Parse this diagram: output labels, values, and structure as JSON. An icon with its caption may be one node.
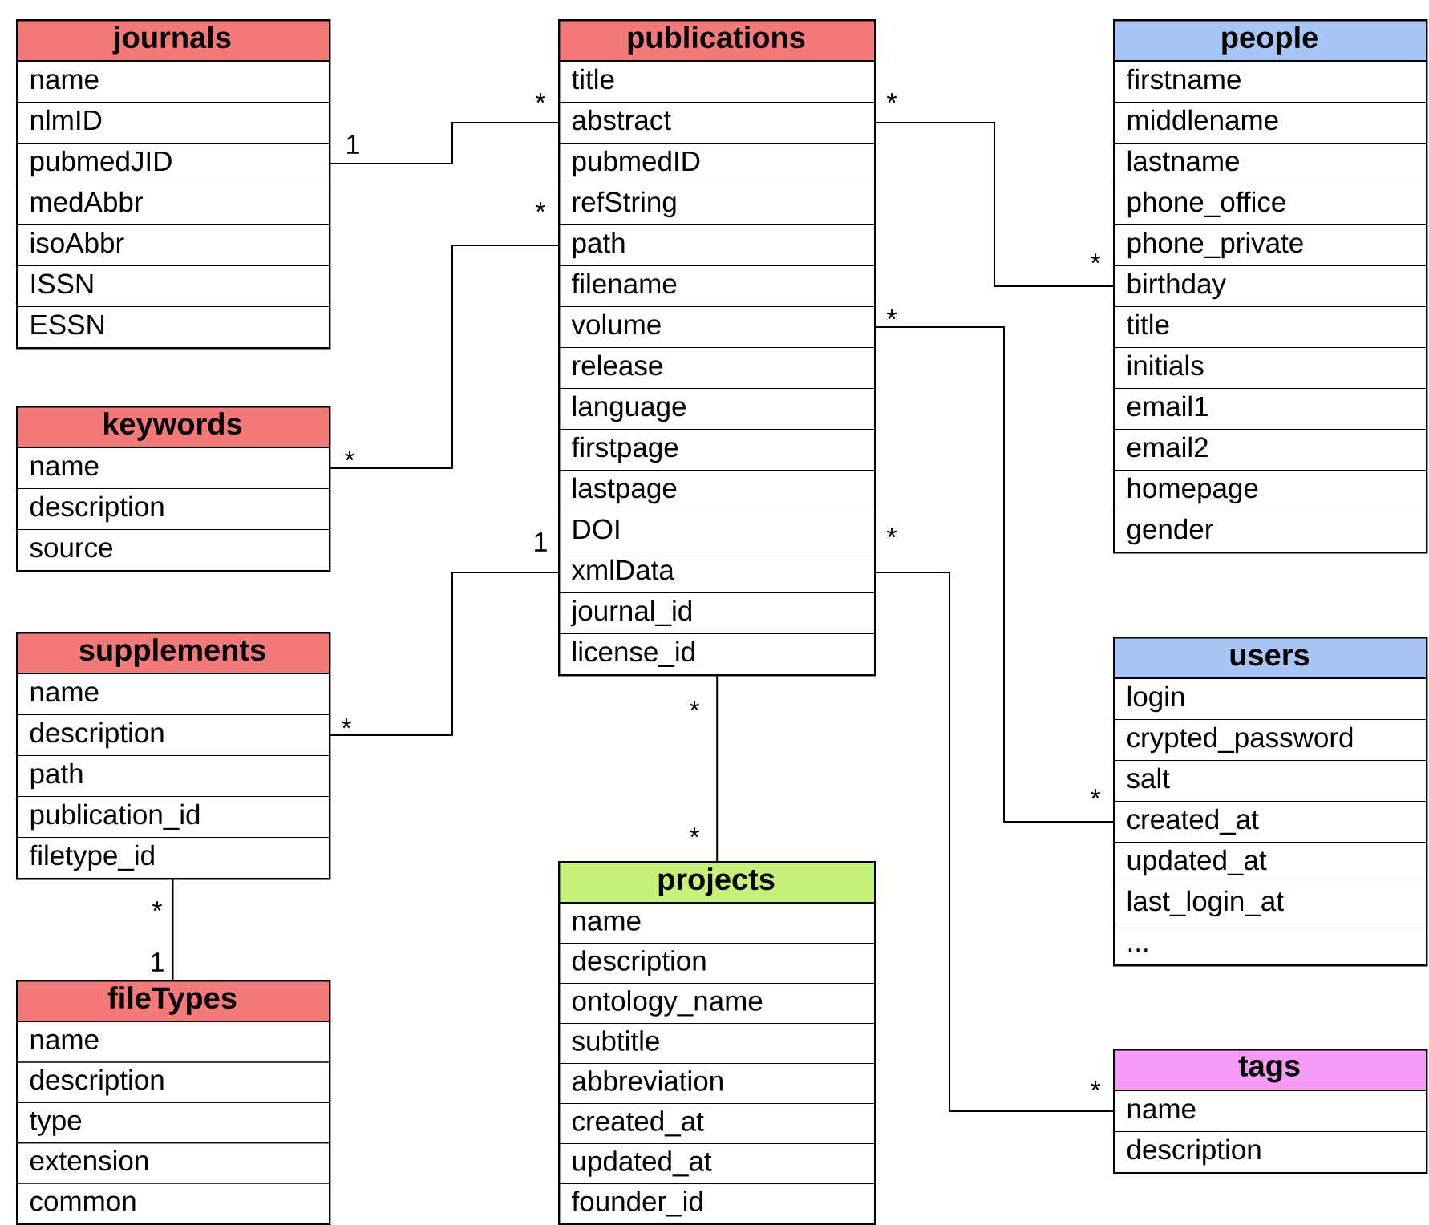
{
  "diagram": {
    "nodes": [
      {
        "text": [
          "journals"
        ]
      },
      {
        "text": [
          "name"
        ],
        "in": 0
      },
      {
        "text": [
          "nlmID"
        ],
        "in": 0
      },
      {
        "text": [
          "pubmedJID"
        ],
        "in": 0
      },
      {
        "text": [
          "medAbbr"
        ],
        "in": 0
      },
      {
        "text": [
          "isoAbbr"
        ],
        "in": 0
      },
      {
        "text": [
          "ISSN"
        ],
        "in": 0
      },
      {
        "text": [
          "ESSN"
        ],
        "in": 0
      },
      {
        "text": [
          "publications"
        ]
      },
      {
        "text": [
          "title"
        ],
        "in": 8
      },
      {
        "text": [
          "abstract"
        ],
        "in": 8
      },
      {
        "text": [
          "pubmedID"
        ],
        "in": 8
      },
      {
        "text": [
          "refString"
        ],
        "in": 8
      },
      {
        "text": [
          "path"
        ],
        "in": 8
      },
      {
        "text": [
          "filename"
        ],
        "in": 8
      },
      {
        "text": [
          "volume"
        ],
        "in": 8
      },
      {
        "text": [
          "release"
        ],
        "in": 8
      },
      {
        "text": [
          "language"
        ],
        "in": 8
      },
      {
        "text": [
          "firstpage"
        ],
        "in": 8
      },
      {
        "text": [
          "lastpage"
        ],
        "in": 8
      },
      {
        "text": [
          "DOI"
        ],
        "in": 8
      },
      {
        "text": [
          "xmlData"
        ],
        "in": 8
      },
      {
        "text": [
          "journal_id"
        ],
        "in": 8
      },
      {
        "text": [
          "license_id"
        ],
        "in": 8
      },
      {
        "text": [
          "people"
        ]
      },
      {
        "text": [
          "firstname"
        ],
        "in": 24
      },
      {
        "text": [
          "middlename"
        ],
        "in": 24
      },
      {
        "text": [
          "lastname"
        ],
        "in": 24
      },
      {
        "text": [
          "phone_office"
        ],
        "in": 24
      },
      {
        "text": [
          "phone_private"
        ],
        "in": 24
      },
      {
        "text": [
          "birthday"
        ],
        "in": 24
      },
      {
        "text": [
          "title"
        ],
        "in": 24
      },
      {
        "text": [
          "initials"
        ],
        "in": 24
      },
      {
        "text": [
          "email1"
        ],
        "in": 24
      },
      {
        "text": [
          "email2"
        ],
        "in": 24
      },
      {
        "text": [
          "homepage"
        ],
        "in": 24
      },
      {
        "text": [
          "gender"
        ],
        "in": 24
      },
      {
        "text": [
          "keywords"
        ]
      },
      {
        "text": [
          "name"
        ],
        "in": 37
      },
      {
        "text": [
          "description"
        ],
        "in": 37
      },
      {
        "text": [
          "source"
        ],
        "in": 37
      },
      {
        "text": [
          "supplements"
        ]
      },
      {
        "text": [
          "name"
        ],
        "in": 41
      },
      {
        "text": [
          "description"
        ],
        "in": 41
      },
      {
        "text": [
          "path"
        ],
        "in": 41
      },
      {
        "text": [
          "publication_id"
        ],
        "in": 41
      },
      {
        "text": [
          "filetype_id"
        ],
        "in": 41
      },
      {
        "text": [
          "users"
        ]
      },
      {
        "text": [
          "login"
        ],
        "in": 47
      },
      {
        "text": [
          "crypted_password"
        ],
        "in": 47
      },
      {
        "text": [
          "salt"
        ],
        "in": 47
      },
      {
        "text": [
          "created_at"
        ],
        "in": 47
      },
      {
        "text": [
          "updated_at"
        ],
        "in": 47
      },
      {
        "text": [
          "last_login_at"
        ],
        "in": 47
      },
      {
        "text": [
          "..."
        ],
        "in": 47
      },
      {
        "text": [
          "projects"
        ]
      },
      {
        "text": [
          "name"
        ],
        "in": 55
      },
      {
        "text": [
          "description"
        ],
        "in": 55
      },
      {
        "text": [
          "ontology_name"
        ],
        "in": 55
      },
      {
        "text": [
          "subtitle"
        ],
        "in": 55
      },
      {
        "text": [
          "abbreviation"
        ],
        "in": 55
      },
      {
        "text": [
          "created_at"
        ],
        "in": 55
      },
      {
        "text": [
          "updated_at"
        ],
        "in": 55
      },
      {
        "text": [
          "founder_id"
        ],
        "in": 55
      },
      {
        "text": [
          "fileTypes"
        ]
      },
      {
        "text": [
          "name"
        ],
        "in": 64
      },
      {
        "text": [
          "description"
        ],
        "in": 64
      },
      {
        "text": [
          "type"
        ],
        "in": 64
      },
      {
        "text": [
          "extension"
        ],
        "in": 64
      },
      {
        "text": [
          "common"
        ],
        "in": 64
      },
      {
        "text": [
          "tags"
        ]
      },
      {
        "text": [
          "name"
        ],
        "in": 70
      },
      {
        "text": [
          "description"
        ],
        "in": 70
      }
    ],
    "edges": [
      {
        "from": 3,
        "to": 10,
        "arrow": "none"
      },
      {
        "from": 38,
        "to": 13,
        "arrow": "none"
      },
      {
        "from": 43,
        "to": 21,
        "arrow": "none"
      },
      {
        "from": 46,
        "to": 64,
        "arrow": "none"
      },
      {
        "from": 8,
        "to": 55,
        "arrow": "none"
      },
      {
        "from": 10,
        "to": 30,
        "arrow": "none"
      },
      {
        "from": 15,
        "to": 51,
        "arrow": "none"
      },
      {
        "from": 21,
        "to": 71,
        "arrow": "none"
      }
    ],
    "labels": [
      "*",
      "*",
      "1",
      "*",
      "*",
      "*",
      "*",
      "*",
      "1",
      "*",
      "*",
      "*",
      "*",
      "*",
      "1",
      "*"
    ]
  }
}
